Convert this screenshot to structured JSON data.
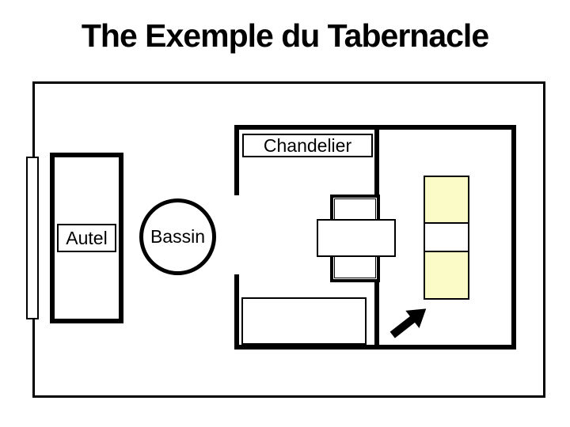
{
  "slide": {
    "title": "The Exemple du Tabernacle"
  },
  "diagram": {
    "labels": {
      "altar": "Autel",
      "basin": "Bassin",
      "lampstand": "Chandelier"
    },
    "icons": {
      "arrow": "northeast-arrow"
    },
    "colors": {
      "line": "#000000",
      "background": "#ffffff",
      "ark_highlight": "#fbfbc8"
    }
  }
}
